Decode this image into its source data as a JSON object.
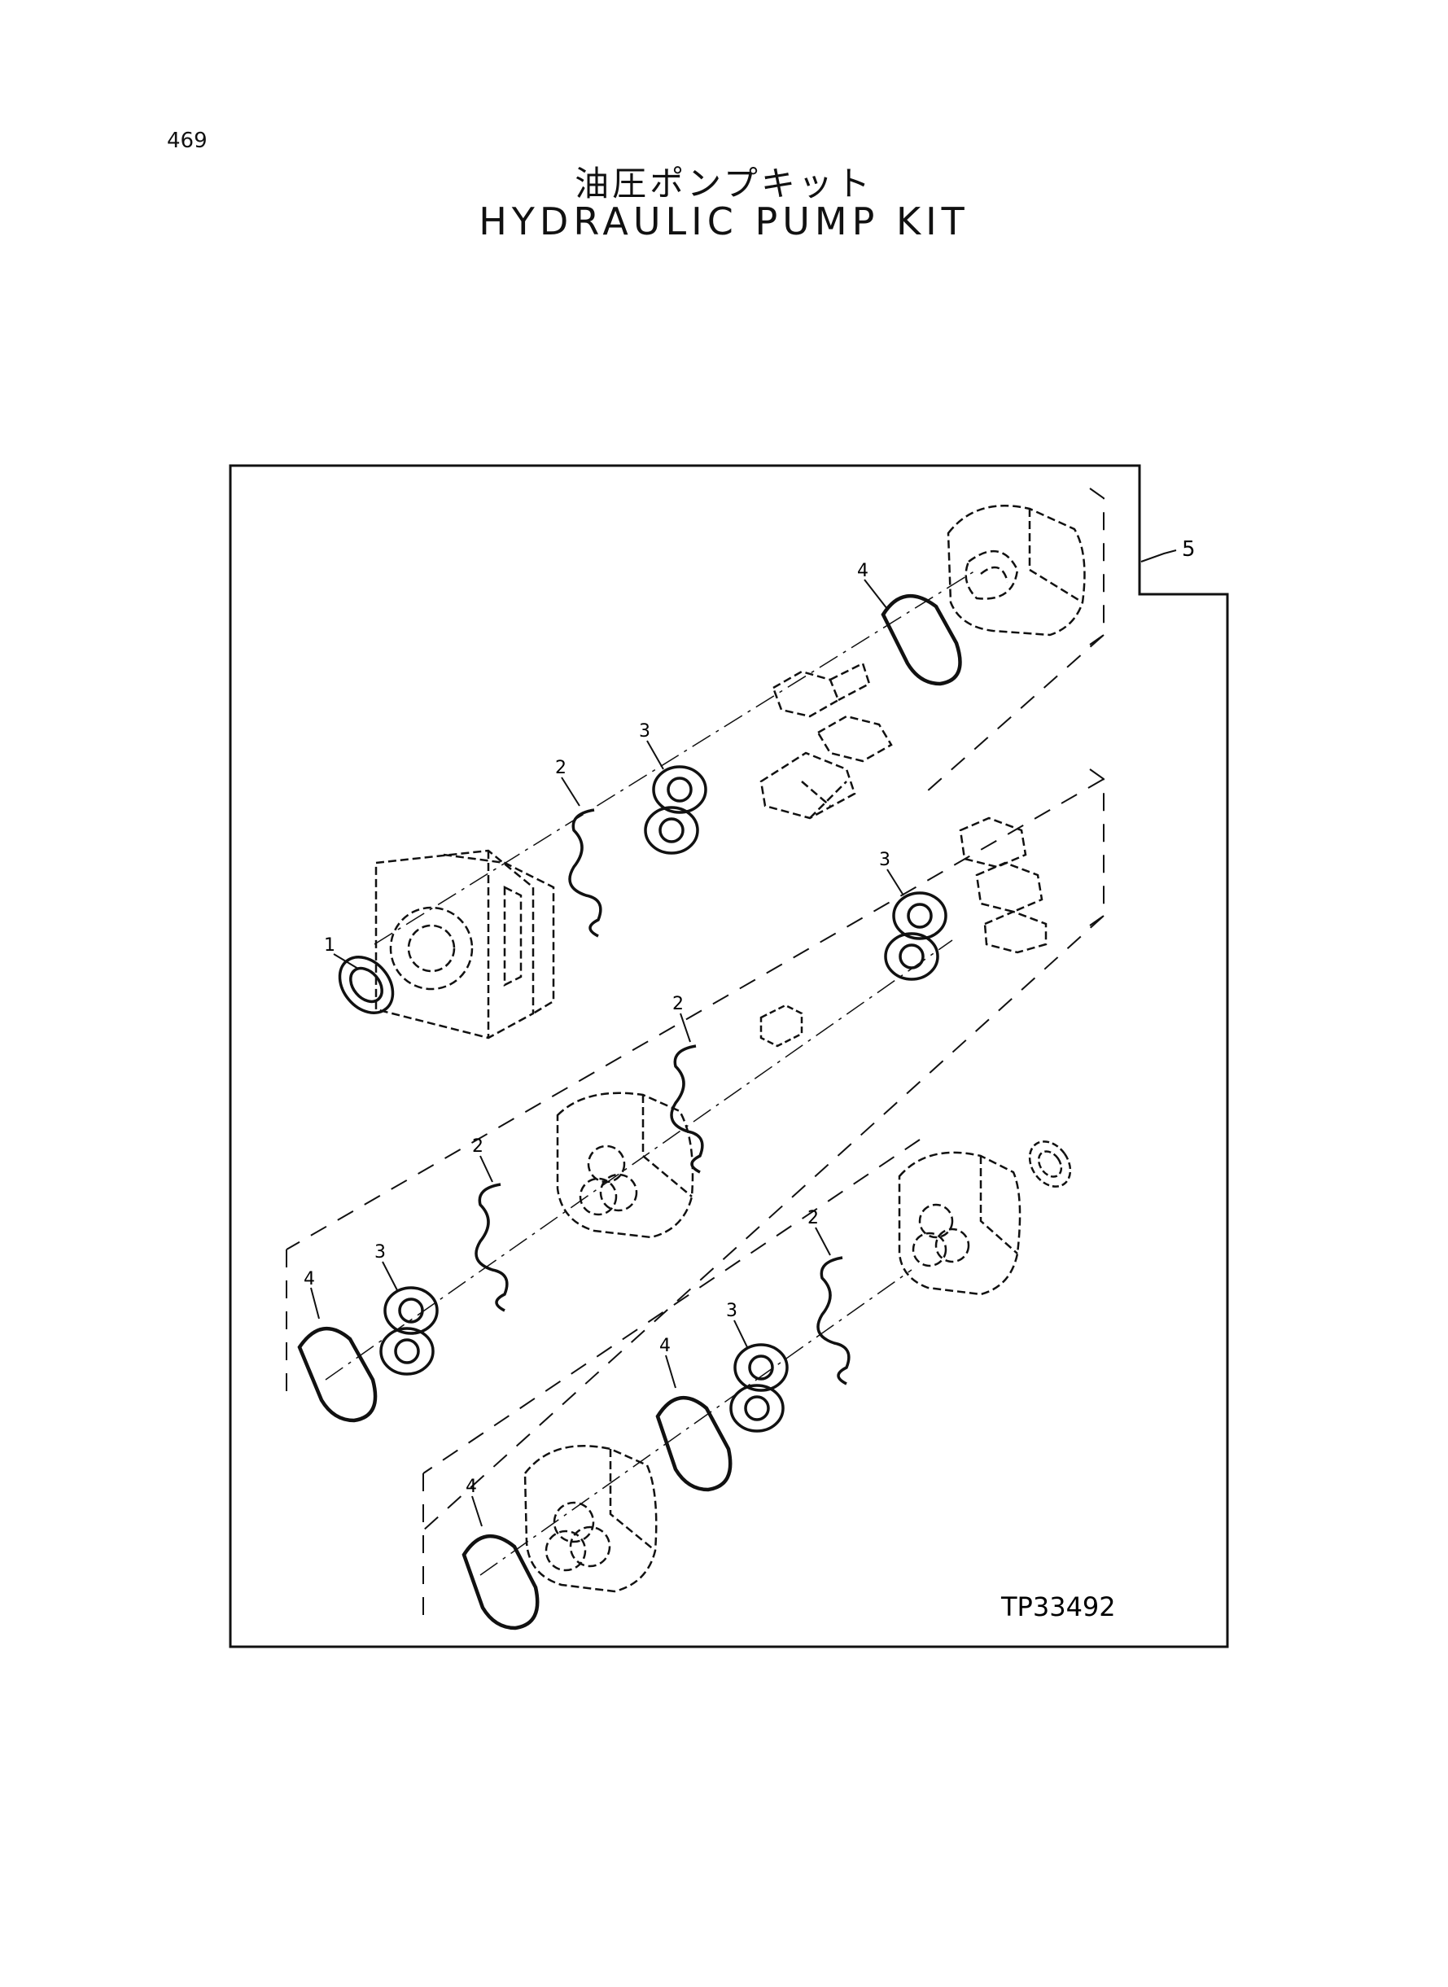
{
  "page": {
    "number": "469",
    "title_jp": "油圧ポンプキット",
    "title_en": "HYDRAULIC PUMP KIT"
  },
  "diagram": {
    "drawing_id": "TP33492",
    "callouts": {
      "kit": "5",
      "oil_seal": "1",
      "spring_a": "2",
      "spring_b": "2",
      "spring_c": "2",
      "spring_d": "2",
      "backup_plate_a": "3",
      "backup_plate_b": "3",
      "backup_plate_c": "3",
      "backup_plate_d": "3",
      "seal_ring_a": "4",
      "seal_ring_b": "4",
      "seal_ring_c": "4",
      "seal_ring_d": "4"
    }
  }
}
